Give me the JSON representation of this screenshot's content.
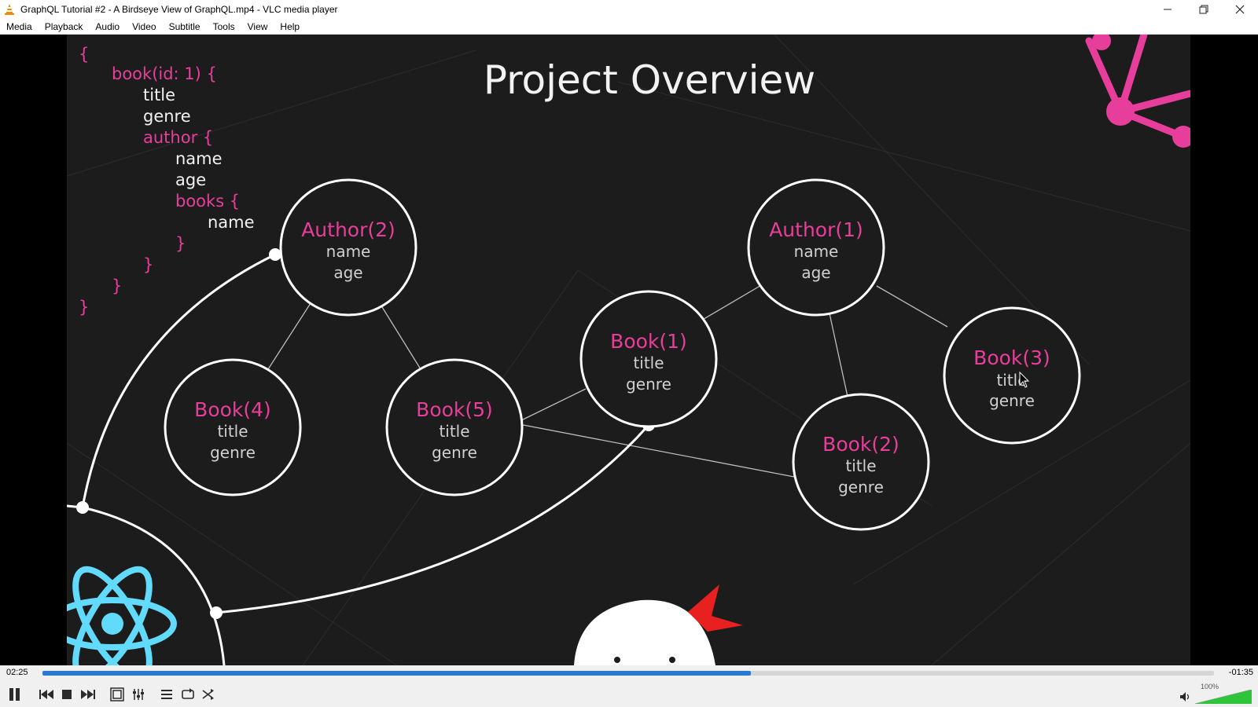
{
  "window": {
    "title": "GraphQL Tutorial #2 - A Birdseye View of GraphQL.mp4 - VLC media player"
  },
  "menu": [
    "Media",
    "Playback",
    "Audio",
    "Video",
    "Subtitle",
    "Tools",
    "View",
    "Help"
  ],
  "video": {
    "slide_title": "Project Overview",
    "query_lines": [
      {
        "text": "{",
        "color": "pink"
      },
      {
        "text": "book(id: 1) {",
        "color": "pink"
      },
      {
        "text": "title",
        "color": "white"
      },
      {
        "text": "genre",
        "color": "white"
      },
      {
        "text": "author {",
        "color": "pink"
      },
      {
        "text": "name",
        "color": "white"
      },
      {
        "text": "age",
        "color": "white"
      },
      {
        "text": "books {",
        "color": "pink"
      },
      {
        "text": "name",
        "color": "white"
      },
      {
        "text": "}",
        "color": "pink"
      },
      {
        "text": "}",
        "color": "pink"
      },
      {
        "text": "}",
        "color": "pink"
      },
      {
        "text": "}",
        "color": "pink"
      }
    ],
    "nodes": [
      {
        "label": "Author(2)",
        "fields": [
          "name",
          "age"
        ]
      },
      {
        "label": "Author(1)",
        "fields": [
          "name",
          "age"
        ]
      },
      {
        "label": "Book(1)",
        "fields": [
          "title",
          "genre"
        ]
      },
      {
        "label": "Book(3)",
        "fields": [
          "title",
          "genre"
        ]
      },
      {
        "label": "Book(4)",
        "fields": [
          "title",
          "genre"
        ]
      },
      {
        "label": "Book(5)",
        "fields": [
          "title",
          "genre"
        ]
      },
      {
        "label": "Book(2)",
        "fields": [
          "title",
          "genre"
        ]
      }
    ],
    "colors": {
      "pink": "#e83e9b",
      "white": "#f2f2f2",
      "react_blue": "#61dafb",
      "ninja_red": "#e8201f"
    }
  },
  "player": {
    "time_elapsed": "02:25",
    "time_remaining": "-01:35",
    "progress_fraction": 0.605,
    "volume_label": "100%",
    "volume_fraction": 1.0,
    "seek_color": "#2a7ad3",
    "volume_color": "#2fc53a"
  }
}
